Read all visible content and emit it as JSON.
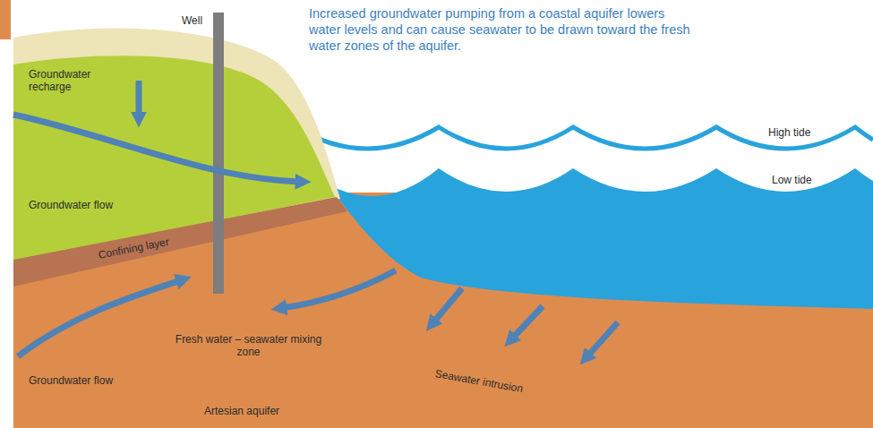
{
  "diagram": {
    "title": "Increased groundwater pumping from a coastal aquifer lowers water levels and can cause seawater to be drawn toward the fresh water zones of the aquifer.",
    "labels": [
      "Well",
      "Groundwater recharge",
      "High tide",
      "Low tide",
      "Groundwater flow",
      "Confining layer",
      "Fresh water – seawater mixing zone",
      "Groundwater flow",
      "Seawater intrusion",
      "Artesian aquifer"
    ]
  }
}
